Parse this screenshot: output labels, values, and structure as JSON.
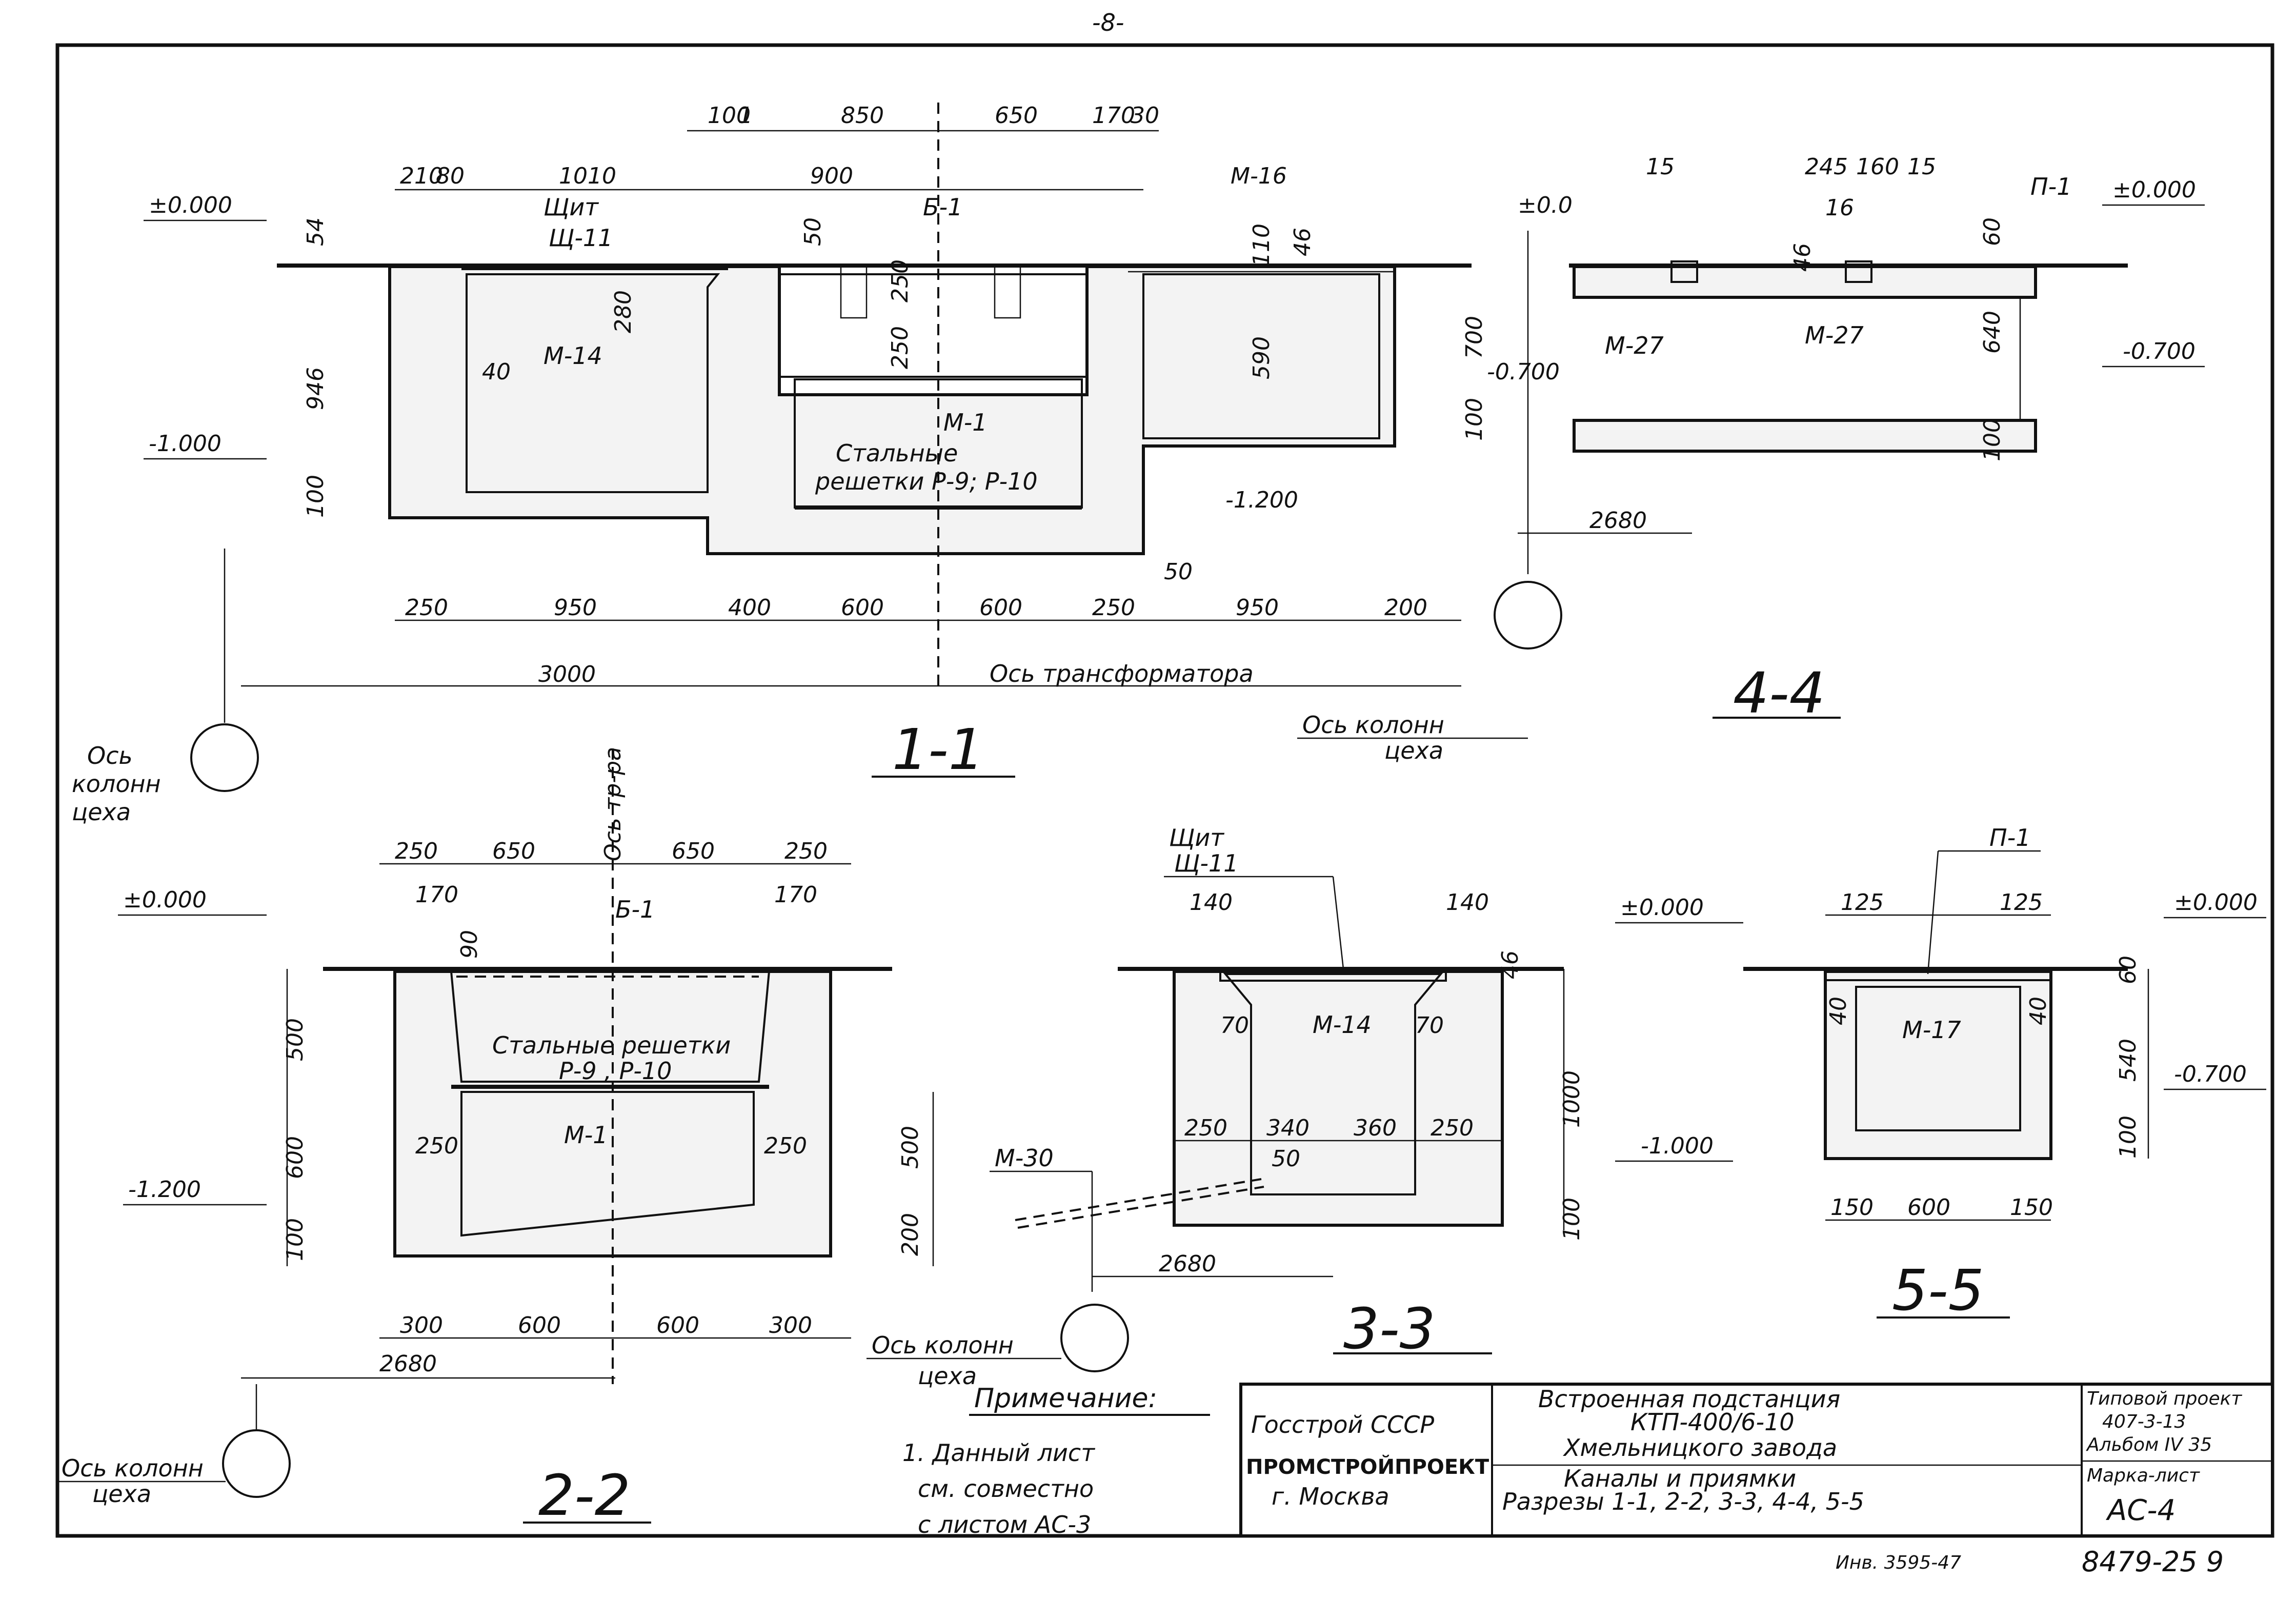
{
  "page_number": "-8-",
  "section_1_1": {
    "title": "1-1",
    "top_dims": [
      "100",
      "1",
      "850",
      "650",
      "170",
      "30"
    ],
    "dims_row2": [
      "210",
      "80",
      "1010",
      "900",
      "М-16"
    ],
    "panel_label": "Щит",
    "panel_code": "Щ-11",
    "elev_top_left": "±0.000",
    "elev_mid_left": "-1.000",
    "elev_right_lower": "-1.200",
    "elev_right": "-0.700",
    "elev_right_top": "±0.0",
    "vert_dims": [
      "54",
      "946",
      "100",
      "280",
      "250",
      "250",
      "110",
      "46",
      "590",
      "700",
      "100",
      "50",
      "40"
    ],
    "marks": [
      "М-14",
      "Б-1",
      "М-1"
    ],
    "grating_text_1": "Стальные",
    "grating_text_2": "решетки Р-9; Р-10",
    "bottom_dims": [
      "250",
      "950",
      "400",
      "600",
      "600",
      "250",
      "950",
      "200"
    ],
    "dim_50": "50",
    "total_dim": "3000",
    "axis_transformer": "Ось трансформатора",
    "axis_columns": "Ось колонн",
    "axis_columns_2": "цеха",
    "dim_2680": "2680"
  },
  "section_4_4": {
    "title": "4-4",
    "top_dims": [
      "15",
      "245",
      "160",
      "15"
    ],
    "elev_top": "±0.000",
    "elev_low": "-0.700",
    "marks": [
      "М-27",
      "М-27",
      "П-1"
    ],
    "vert_dims": [
      "60",
      "640",
      "100",
      "46"
    ],
    "mark_16": "16"
  },
  "section_2_2": {
    "title": "2-2",
    "axis_label": "Ось тр-ра",
    "top_dims": [
      "250",
      "650",
      "650",
      "250"
    ],
    "sub_dims": [
      "170",
      "170"
    ],
    "dim_90": "90",
    "elev_top": "±0.000",
    "elev_low": "-1.200",
    "mark_b1": "Б-1",
    "grating_text": "Стальные решетки",
    "grating_codes": "Р-9 , Р-10",
    "mark_m1": "М-1",
    "inner_dims": [
      "250",
      "250"
    ],
    "left_vert": [
      "500",
      "600",
      "100"
    ],
    "right_vert": [
      "500",
      "200"
    ],
    "bottom_dims": [
      "300",
      "600",
      "600",
      "300"
    ],
    "dim_2680": "2680"
  },
  "section_3_3": {
    "title": "3-3",
    "panel_label": "Щит",
    "panel_code": "Щ-11",
    "top_dims": [
      "140",
      "140"
    ],
    "elev_top": "±0.000",
    "elev_low": "-1.000",
    "mark": "М-14",
    "inner_dims": [
      "70",
      "70"
    ],
    "bottom_row": [
      "250",
      "340",
      "360",
      "250"
    ],
    "dim_50": "50",
    "vert_dims": [
      "46",
      "1000",
      "100"
    ],
    "mark_m30": "М-30",
    "dim_2680": "2680"
  },
  "section_5_5": {
    "title": "5-5",
    "mark_top": "П-1",
    "top_dims": [
      "125",
      "125"
    ],
    "elev_top": "±0.000",
    "elev_low": "-0.700",
    "mark": "М-17",
    "vert_dims": [
      "60",
      "540",
      "100"
    ],
    "side_dims": [
      "40",
      "40"
    ],
    "bottom_dims": [
      "150",
      "600",
      "150"
    ]
  },
  "axis_callouts": {
    "left_top_1": "Ось",
    "left_top_2": "колонн",
    "left_top_3": "цеха",
    "mid_1": "Ось колонн",
    "mid_2": "цеха",
    "bottom_left_1": "Ось колонн",
    "bottom_left_2": "цеха"
  },
  "note": {
    "heading": "Примечание:",
    "line1": "1. Данный лист",
    "line2": "см. совместно",
    "line3": "с листом АС-3"
  },
  "title_block": {
    "org1": "Госстрой СССР",
    "org2": "ПРОМСТРОЙПРОЕКТ",
    "org3": "г. Москва",
    "desc1": "Встроенная подстанция",
    "desc2": "КТП-400/6-10",
    "desc3": "Хмельницкого завода",
    "desc4": "Каналы и приямки",
    "desc5": "Разрезы 1-1, 2-2, 3-3, 4-4, 5-5",
    "typ_label": "Типовой проект",
    "typ_value": "407-3-13",
    "album": "Альбом IV 35",
    "marka_label": "Марка-лист",
    "marka_value": "АС-4",
    "inv": "Инв. 3595-47",
    "sheet_code": "8479-25 9"
  }
}
